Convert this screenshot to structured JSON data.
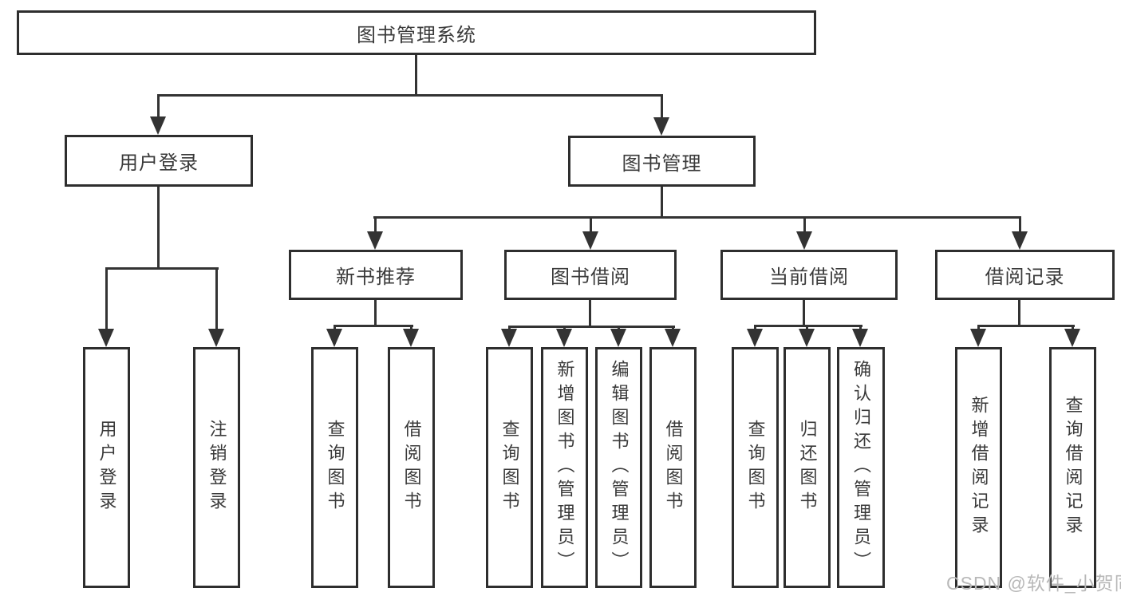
{
  "diagram": {
    "root": {
      "label": "图书管理系统"
    },
    "level2": [
      {
        "label": "用户登录"
      },
      {
        "label": "图书管理"
      }
    ],
    "level3": [
      {
        "label": "新书推荐"
      },
      {
        "label": "图书借阅"
      },
      {
        "label": "当前借阅"
      },
      {
        "label": "借阅记录"
      }
    ],
    "leaves": {
      "login": [
        "用户登录",
        "注销登录"
      ],
      "new_books": [
        "查询图书",
        "借阅图书"
      ],
      "book_borrow": [
        "查询图书",
        "新增图书（管理员）",
        "编辑图书（管理员）",
        "借阅图书"
      ],
      "current_borrow": [
        "查询图书",
        "归还图书",
        "确认归还（管理员）"
      ],
      "borrow_records": [
        "新增借阅记录",
        "查询借阅记录"
      ]
    }
  },
  "watermark": "CSDN @软件_小贺同学",
  "colors": {
    "line": "#333333",
    "border": "#2e2e2e",
    "text": "#3a3a3a",
    "watermark": "#b8b8b8",
    "background": "#ffffff"
  }
}
